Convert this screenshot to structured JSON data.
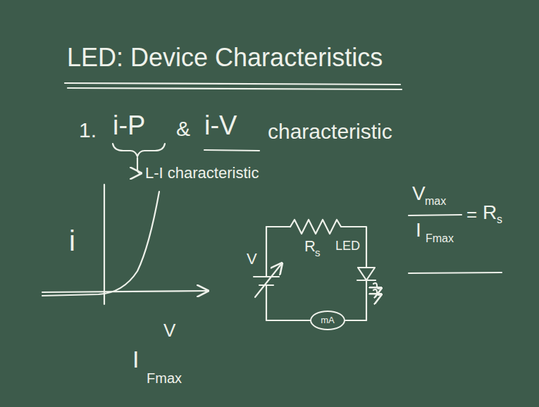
{
  "diagram": {
    "title": "LED: Device Characteristics",
    "nodes": [
      {
        "text": [
          "mA"
        ]
      }
    ],
    "labels": [
      "1.",
      "i-P",
      "&",
      "i-V",
      "characteristic",
      "L-I characteristic",
      "i",
      "V",
      "I",
      "Fmax",
      "V",
      "R",
      "s",
      "LED",
      "V",
      "max",
      "I",
      "Fmax",
      "=",
      "R",
      "s"
    ]
  }
}
